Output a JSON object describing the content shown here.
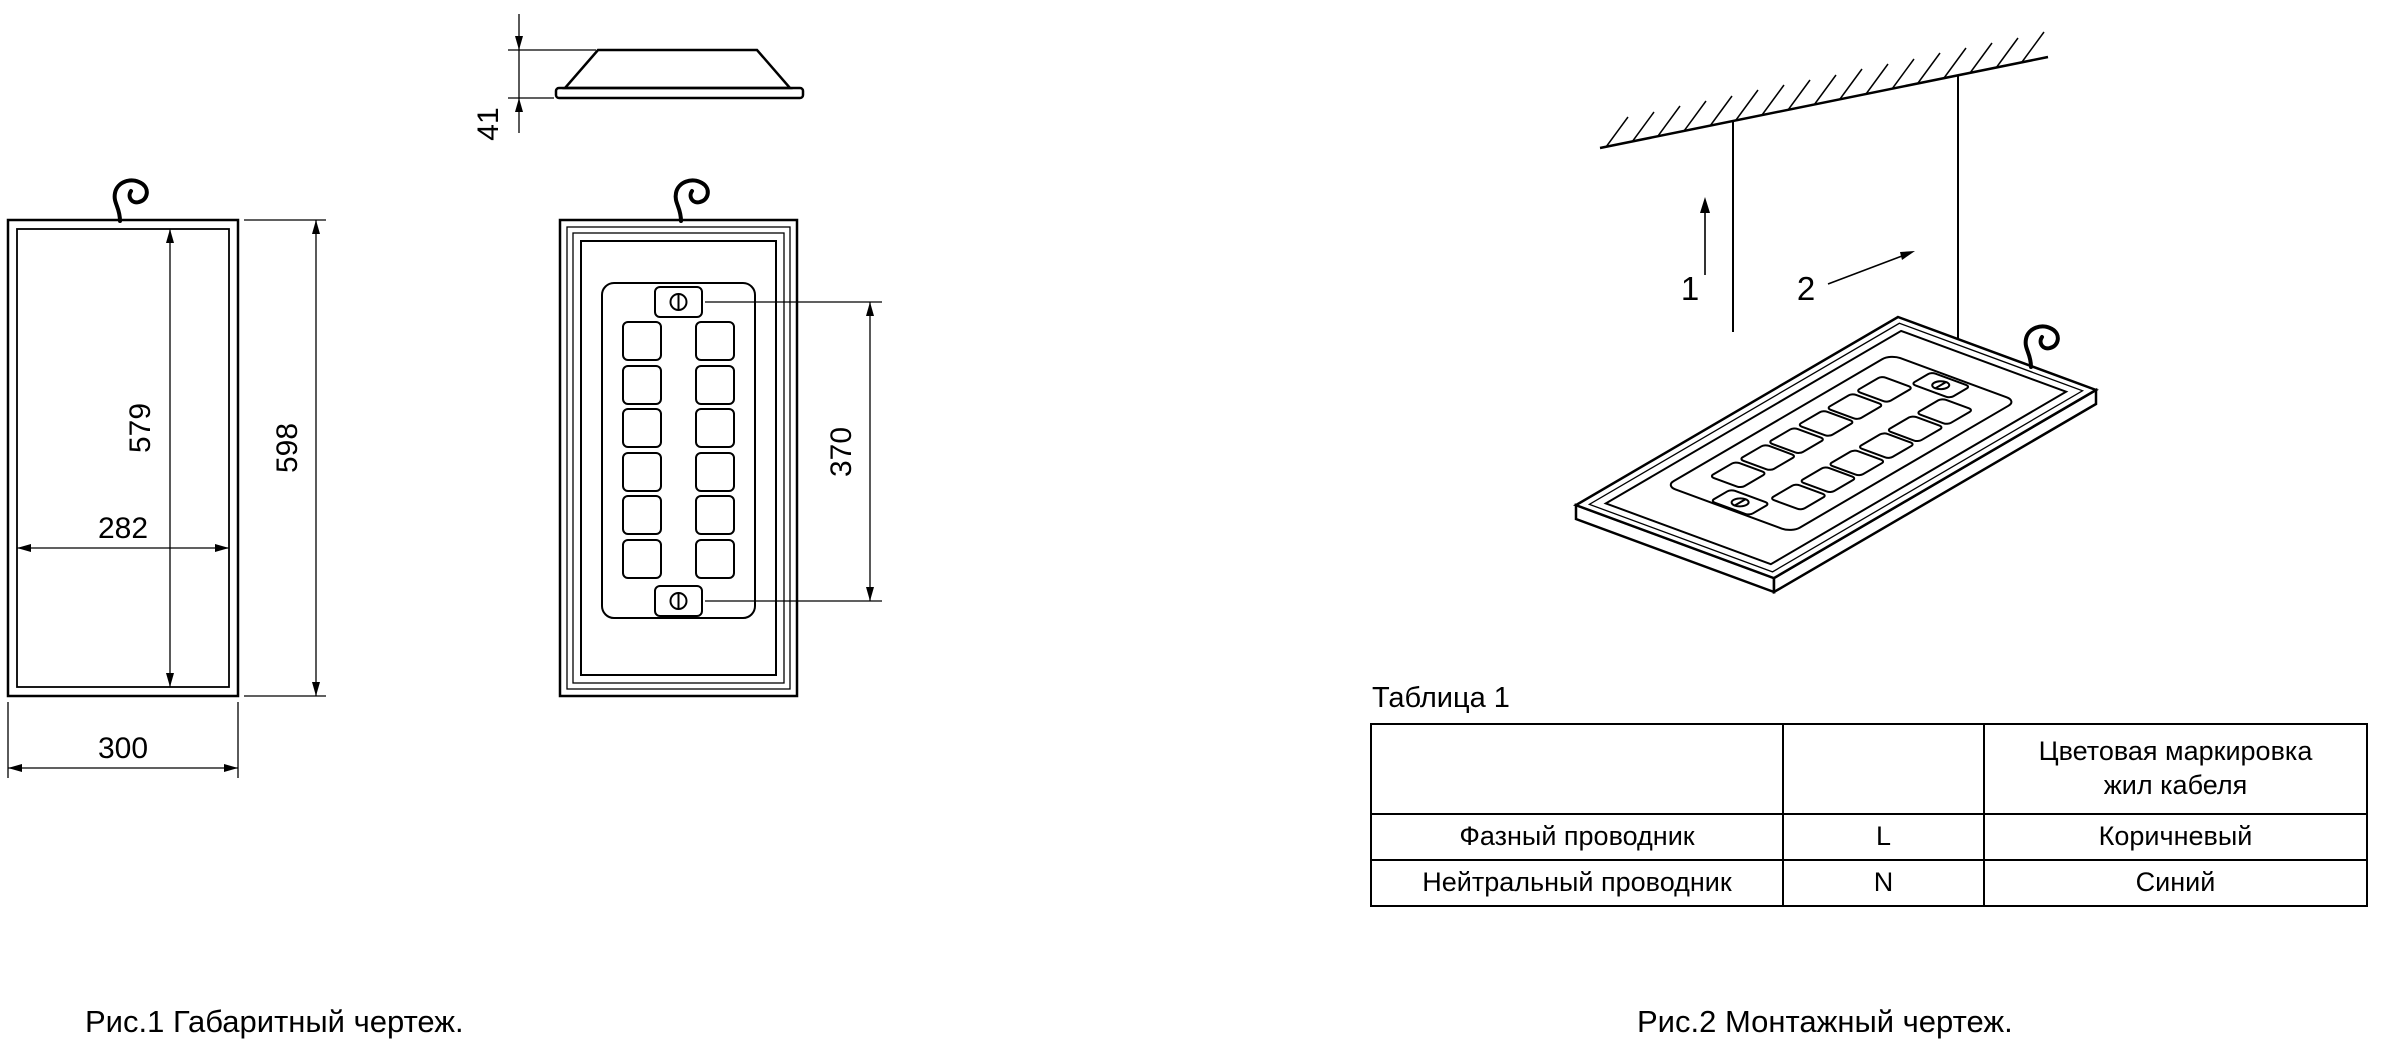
{
  "page": {
    "background": "#ffffff",
    "line_color": "#000000"
  },
  "fig1": {
    "caption": "Рис.1 Габаритный чертеж.",
    "dims": {
      "depth": "41",
      "inner_height": "579",
      "outer_height": "598",
      "inner_width": "282",
      "outer_width": "300",
      "mount_spacing": "370"
    }
  },
  "fig2": {
    "caption": "Рис.2 Монтажный чертеж.",
    "callouts": {
      "suspension": "1",
      "luminaire": "2"
    },
    "table_title": "Таблица 1",
    "table": {
      "header": {
        "col1": "",
        "col2": "",
        "col3_lines": [
          "Цветовая маркировка",
          "жил кабеля"
        ]
      },
      "rows": [
        {
          "name": "Фазный проводник",
          "code": "L",
          "color": "Коричневый"
        },
        {
          "name": "Нейтральный проводник",
          "code": "N",
          "color": "Синий"
        }
      ]
    }
  }
}
